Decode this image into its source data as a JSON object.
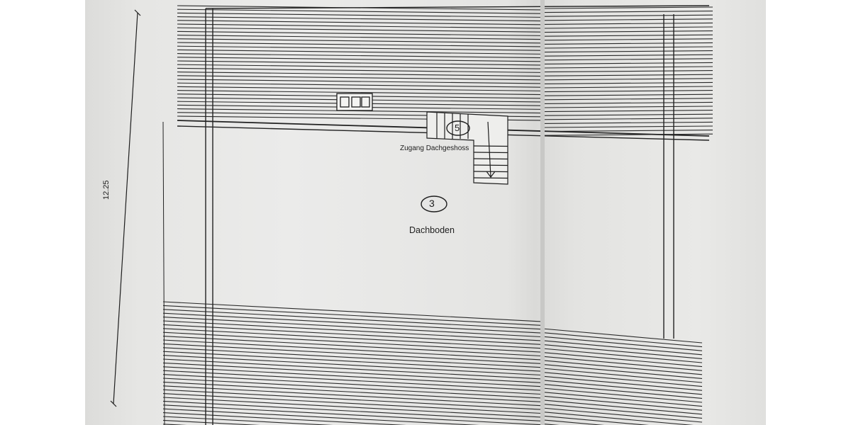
{
  "drawing": {
    "dimension": "12.25",
    "stair": {
      "number": "5",
      "label": "Zugang Dachgeshoss"
    },
    "room": {
      "number": "3",
      "name": "Dachboden"
    }
  },
  "colors": {
    "paper": "#e8e8e6",
    "ink": "#1e1e1e",
    "background": "#ffffff"
  }
}
